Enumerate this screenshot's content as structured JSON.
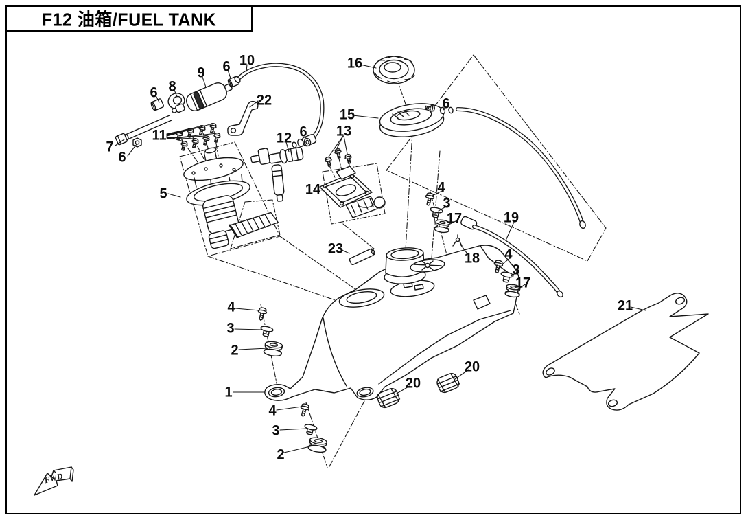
{
  "window": {
    "title": "F12 油箱/FUEL TANK"
  },
  "diagram": {
    "type": "exploded-parts-diagram",
    "subject": "fuel tank assembly",
    "fwd_label": "FWD",
    "callouts": [
      {
        "ref": "7"
      },
      {
        "ref": "6"
      },
      {
        "ref": "6"
      },
      {
        "ref": "8"
      },
      {
        "ref": "9"
      },
      {
        "ref": "6"
      },
      {
        "ref": "10"
      },
      {
        "ref": "22"
      },
      {
        "ref": "11"
      },
      {
        "ref": "12"
      },
      {
        "ref": "6"
      },
      {
        "ref": "13"
      },
      {
        "ref": "14"
      },
      {
        "ref": "5"
      },
      {
        "ref": "16"
      },
      {
        "ref": "15"
      },
      {
        "ref": "6"
      },
      {
        "ref": "23"
      },
      {
        "ref": "4"
      },
      {
        "ref": "3"
      },
      {
        "ref": "17"
      },
      {
        "ref": "18"
      },
      {
        "ref": "19"
      },
      {
        "ref": "4"
      },
      {
        "ref": "3"
      },
      {
        "ref": "17"
      },
      {
        "ref": "21"
      },
      {
        "ref": "4"
      },
      {
        "ref": "3"
      },
      {
        "ref": "2"
      },
      {
        "ref": "1"
      },
      {
        "ref": "4"
      },
      {
        "ref": "3"
      },
      {
        "ref": "2"
      },
      {
        "ref": "20"
      },
      {
        "ref": "20"
      }
    ]
  }
}
